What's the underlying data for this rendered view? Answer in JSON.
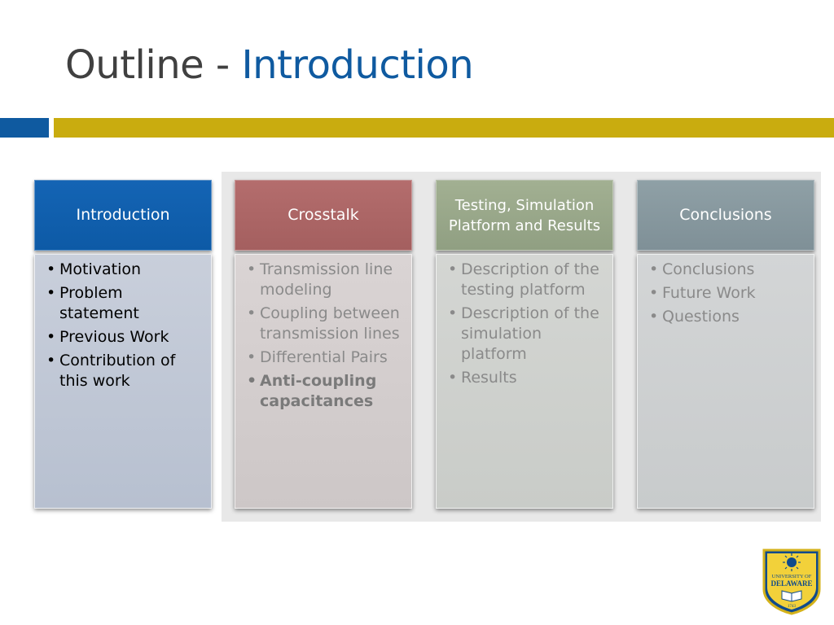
{
  "title": {
    "main": "Outline - ",
    "accent": "Introduction"
  },
  "columns": [
    {
      "header": "Introduction",
      "items": [
        "Motivation",
        "Problem statement",
        "Previous Work",
        "Contribution of this work"
      ]
    },
    {
      "header": "Crosstalk",
      "items": [
        "Transmission line modeling",
        "Coupling between transmission lines",
        "Differential Pairs",
        "Anti-coupling capacitances"
      ]
    },
    {
      "header": "Testing, Simulation Platform and Results",
      "items": [
        "Description of the testing platform",
        "Description of the simulation platform",
        "Results"
      ]
    },
    {
      "header": "Conclusions",
      "items": [
        "Conclusions",
        "Future Work",
        "Questions"
      ]
    }
  ],
  "logo": {
    "text_top": "UNIVERSITY OF",
    "text_main": "DELAWARE",
    "year": "1743"
  },
  "colors": {
    "accent_blue": "#0f5aa0",
    "gold": "#c9ac0f",
    "intro": "#0d5aa6",
    "crosstalk": "#a45f5f",
    "testing": "#909f82",
    "conclusions": "#7f9097"
  }
}
